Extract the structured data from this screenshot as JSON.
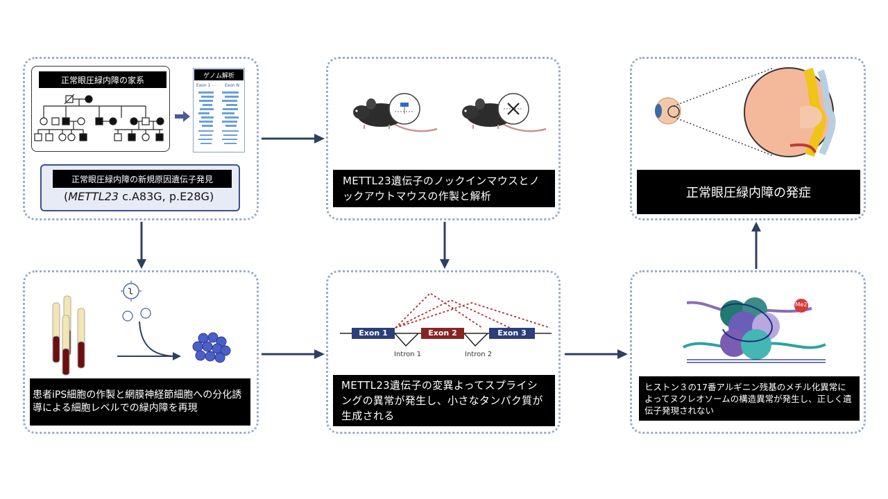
{
  "panel_family": {
    "pedigree_title": "正常眼圧緑内障の家系",
    "genome_title": "ゲノム解析",
    "genome_col1": "Exon 1",
    "genome_dots": "…",
    "genome_col2": "Exon N",
    "discovery_title": "正常眼圧緑内障の新規原因遺伝子発見",
    "variant_gene": "METTL23",
    "variant_detail": " c.A83G, p.E28G)",
    "variant_open": "("
  },
  "panel_mouse": {
    "caption": "METTL23遺伝子のノックインマウスとノックアウトマウスの作製と解析"
  },
  "panel_onset": {
    "caption": "正常眼圧緑内障の発症"
  },
  "panel_ips": {
    "caption": "患者iPS細胞の作製と網膜神経節細胞への分化誘導による細胞レベルでの緑内障を再現"
  },
  "panel_splicing": {
    "exon1": "Exon 1",
    "exon2": "Exon 2",
    "exon3": "Exon 3",
    "intron1": "Intron 1",
    "intron2": "Intron 2",
    "caption": "METTL23遺伝子の変異よってスプライシングの異常が発生し、小さなタンパク質が生成される"
  },
  "panel_histone": {
    "me2_label": "Me2",
    "caption": "ヒストン３の17番アルギニン残基のメチル化異常によってヌクレオソームの構造異常が発生し、正しく遺伝子発現されない"
  },
  "colors": {
    "panel_border": "#9aabc8",
    "arrow": "#2f3f60",
    "exon_blue": "#2c3f7a",
    "exon_red": "#8a2323",
    "splice_dotted": "#b03030",
    "discovery_bg": "#e7ebf6",
    "discovery_border": "#3d4f8a"
  }
}
